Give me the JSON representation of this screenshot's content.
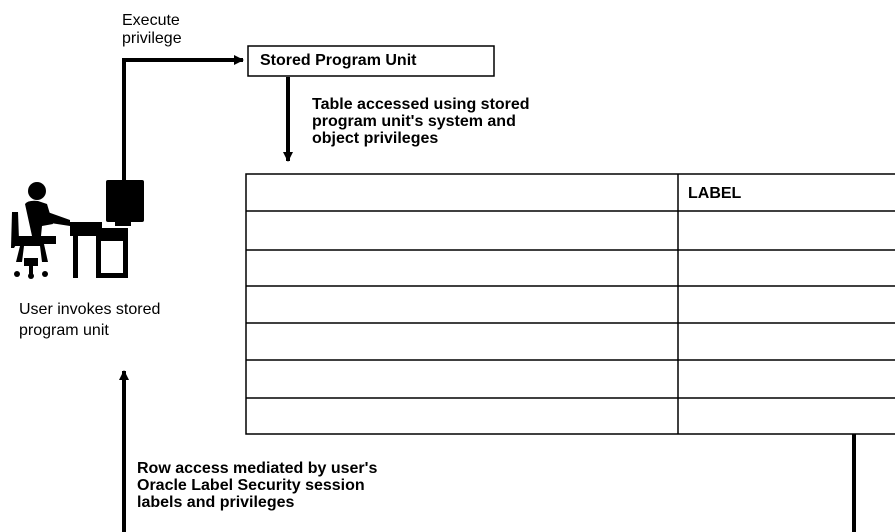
{
  "execute_privilege_label": "Execute\nprivilege",
  "stored_program_unit_label": "Stored Program Unit",
  "table_access_note": "Table accessed using stored\nprogram unit's system and\nobject privileges",
  "user_caption": "User invokes stored\nprogram unit",
  "row_access_note": "Row access mediated by user's\nOracle Label Security session\nlabels and privileges",
  "table": {
    "header_label": "LABEL",
    "row_count": 6
  }
}
